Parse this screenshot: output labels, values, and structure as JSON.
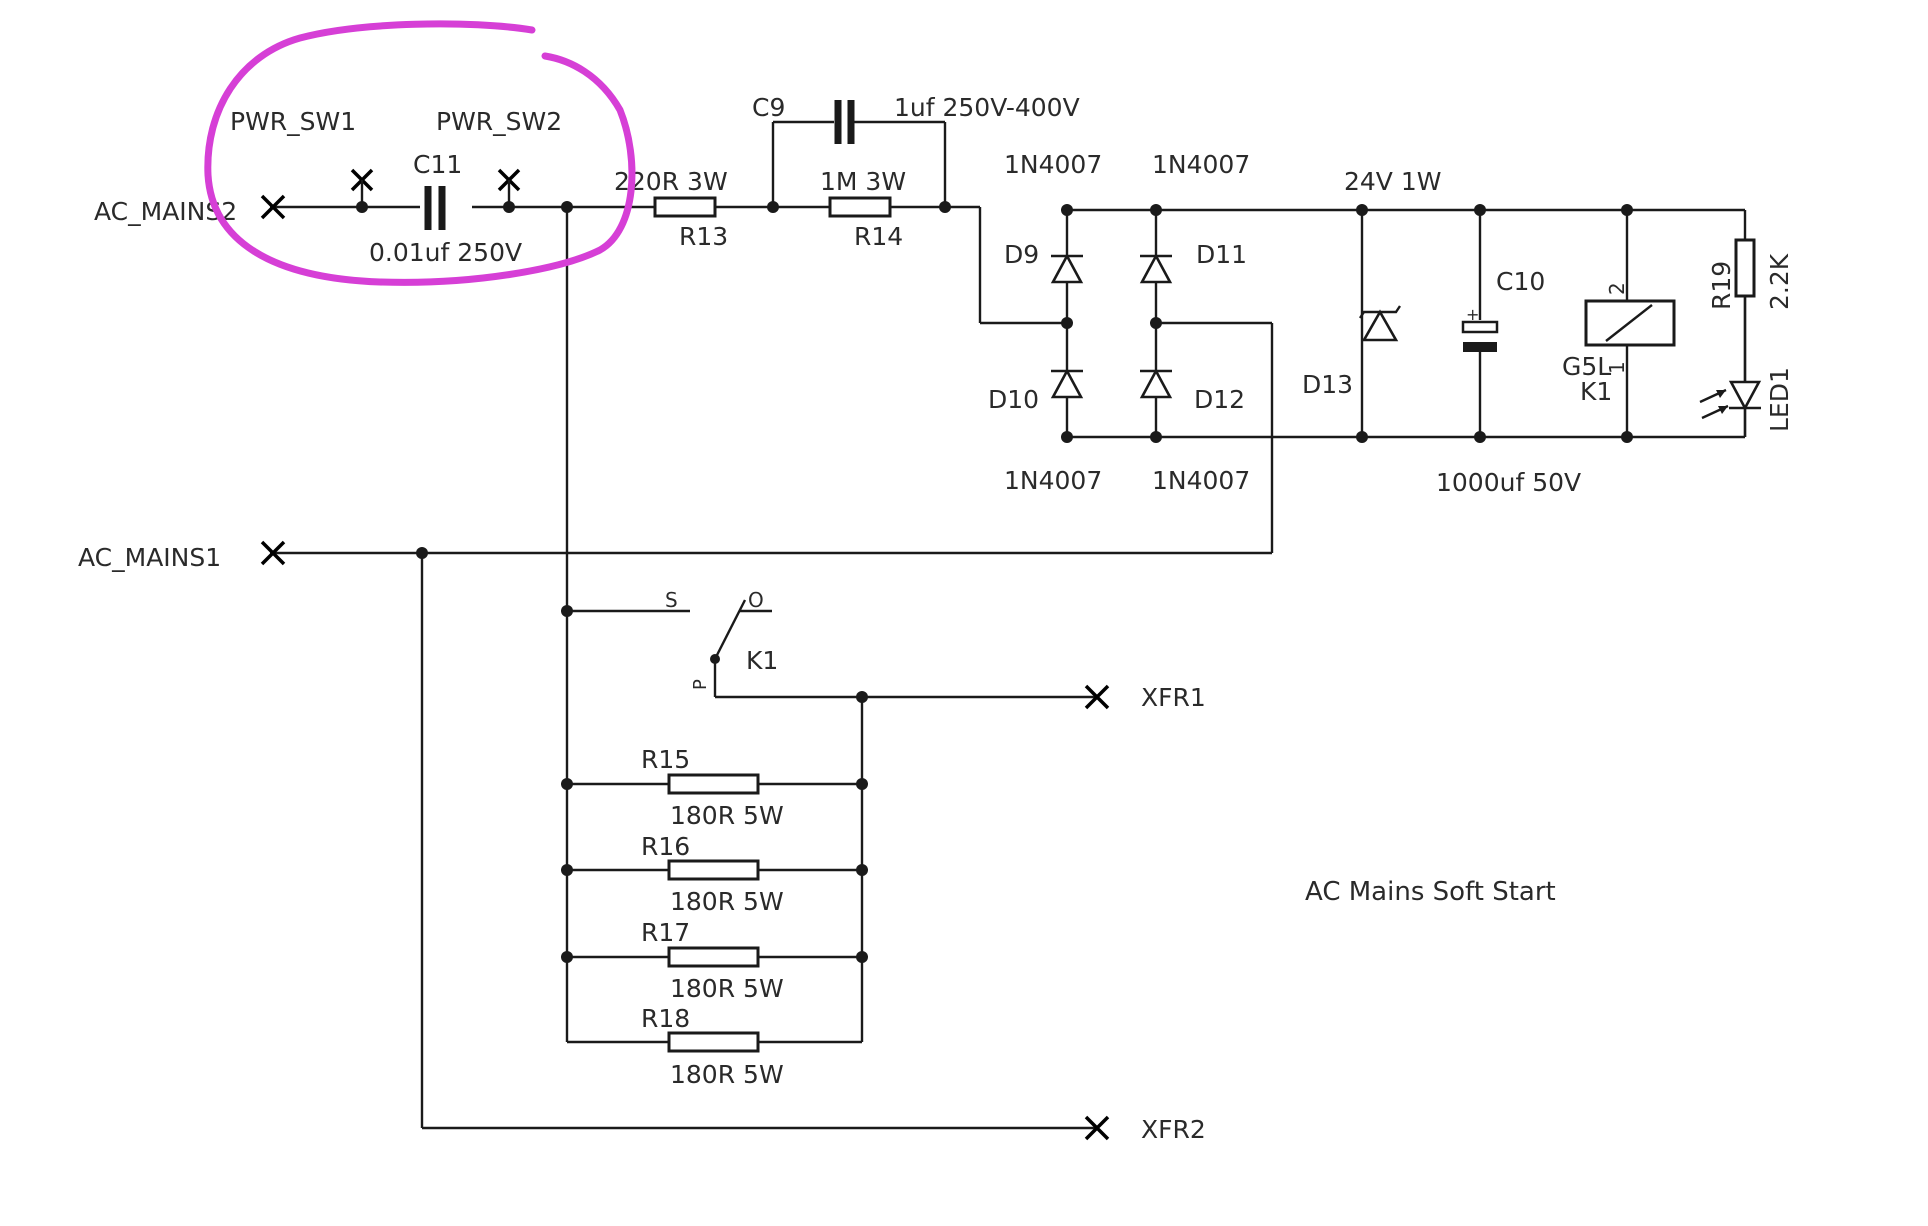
{
  "diagram": {
    "title": "AC Mains Soft Start",
    "labels": {
      "pwr_sw1": "PWR_SW1",
      "pwr_sw2": "PWR_SW2",
      "ac_mains2": "AC_MAINS2",
      "ac_mains1": "AC_MAINS1",
      "c11": "C11",
      "c11_value": "0.01uf 250V",
      "c9": "C9",
      "c9_value": "1uf 250V-400V",
      "r13": "R13",
      "r13_value": "220R 3W",
      "r14": "R14",
      "r14_value": "1M 3W",
      "d9": "D9",
      "d10": "D10",
      "d11": "D11",
      "d12": "D12",
      "d13": "D13",
      "d_top_left": "1N4007",
      "d_top_right": "1N4007",
      "d_bottom_left": "1N4007",
      "d_bottom_right": "1N4007",
      "zener_value": "24V 1W",
      "c10": "C10",
      "c10_value": "1000uf 50V",
      "relay_type": "G5L",
      "relay_ref": "K1",
      "relay_pin2": "2",
      "relay_pin1": "1",
      "r19": "R19",
      "r19_value": "2.2K",
      "led1": "LED1",
      "switch_ref": "K1",
      "switch_s": "S",
      "switch_o": "O",
      "switch_p": "P",
      "xfr1": "XFR1",
      "xfr2": "XFR2",
      "r15": "R15",
      "r15_value": "180R 5W",
      "r16": "R16",
      "r16_value": "180R 5W",
      "r17": "R17",
      "r17_value": "180R 5W",
      "r18": "R18",
      "r18_value": "180R 5W"
    },
    "highlight_color": "#d63fd6"
  }
}
